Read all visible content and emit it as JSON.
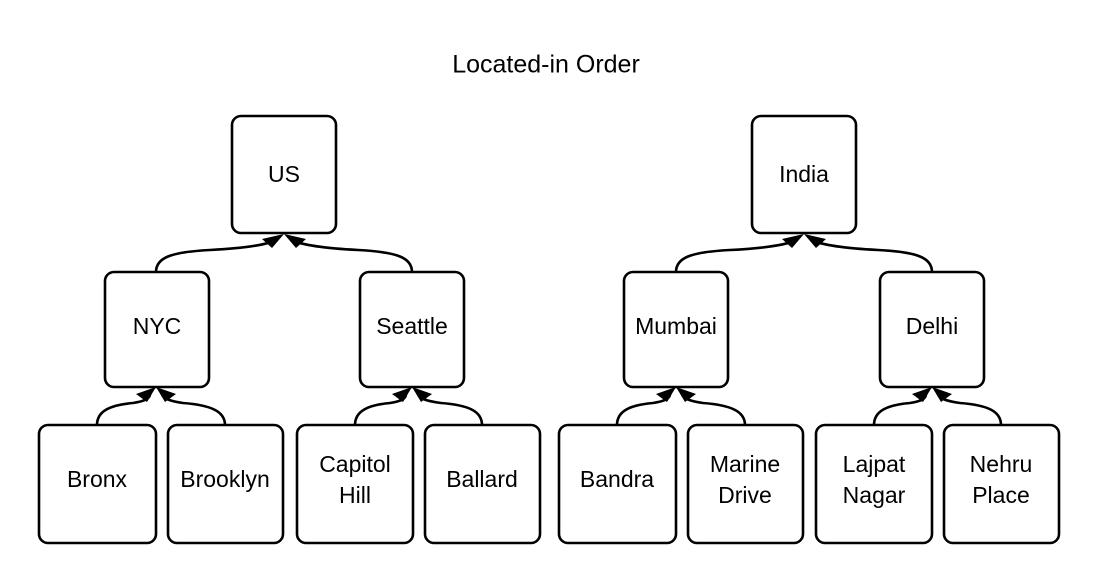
{
  "title": "Located-in Order",
  "diagram": {
    "type": "hierarchy-tree",
    "edge_style": "curved-arrow-upward",
    "node_shape": "rounded-rectangle",
    "colors": {
      "node_fill": "#ffffff",
      "node_stroke": "#000000",
      "text": "#000000",
      "background": "#ffffff"
    },
    "trees": [
      {
        "root": "US",
        "children": [
          {
            "label": "NYC",
            "children": [
              "Bronx",
              "Brooklyn"
            ]
          },
          {
            "label": "Seattle",
            "children": [
              "Capitol Hill",
              "Ballard"
            ]
          }
        ]
      },
      {
        "root": "India",
        "children": [
          {
            "label": "Mumbai",
            "children": [
              "Bandra",
              "Marine Drive"
            ]
          },
          {
            "label": "Delhi",
            "children": [
              "Lajpat Nagar",
              "Nehru Place"
            ]
          }
        ]
      }
    ]
  },
  "nodes": {
    "us": {
      "label": "US"
    },
    "india": {
      "label": "India"
    },
    "nyc": {
      "label": "NYC"
    },
    "seattle": {
      "label": "Seattle"
    },
    "mumbai": {
      "label": "Mumbai"
    },
    "delhi": {
      "label": "Delhi"
    },
    "bronx": {
      "label": "Bronx"
    },
    "brooklyn": {
      "label": "Brooklyn"
    },
    "capitol_hill_line1": {
      "label": "Capitol"
    },
    "capitol_hill_line2": {
      "label": "Hill"
    },
    "ballard": {
      "label": "Ballard"
    },
    "bandra": {
      "label": "Bandra"
    },
    "marine_drive_line1": {
      "label": "Marine"
    },
    "marine_drive_line2": {
      "label": "Drive"
    },
    "lajpat_nagar_line1": {
      "label": "Lajpat"
    },
    "lajpat_nagar_line2": {
      "label": "Nagar"
    },
    "nehru_place_line1": {
      "label": "Nehru"
    },
    "nehru_place_line2": {
      "label": "Place"
    }
  }
}
